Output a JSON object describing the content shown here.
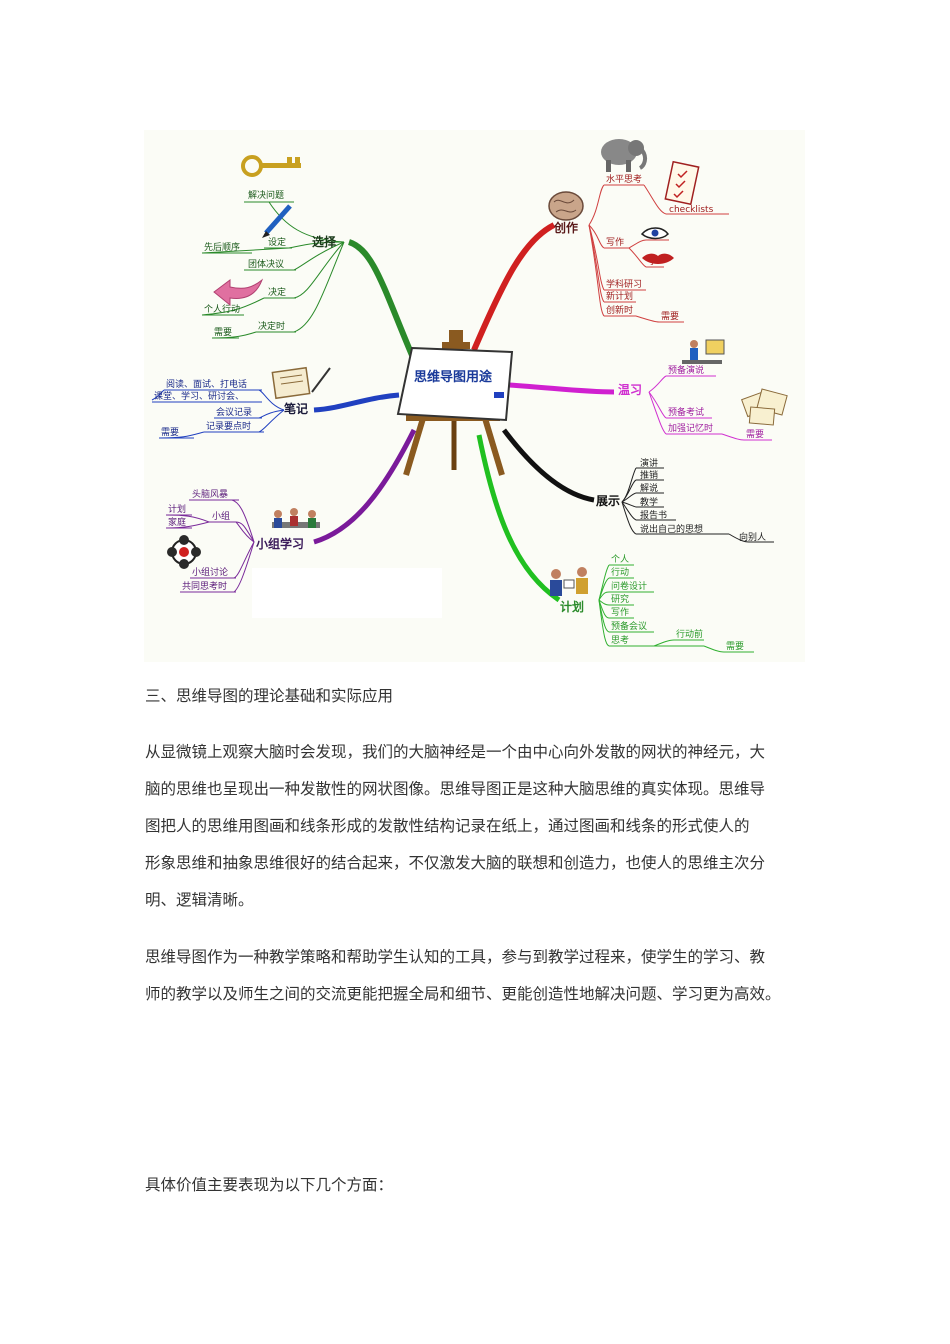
{
  "mindmap": {
    "center": "思维导图用途",
    "branches": {
      "xuanze": {
        "label": "选择",
        "items": [
          "解决问题",
          "设定",
          "先后顺序",
          "团体决议",
          "决定",
          "个人行动",
          "决定时",
          "需要"
        ]
      },
      "chuangzuo": {
        "label": "创作",
        "items": [
          "水平思考",
          "checklists",
          "写作",
          "图象",
          "字",
          "学科研习",
          "新计划",
          "创新时",
          "需要"
        ]
      },
      "biji": {
        "label": "笔记",
        "items": [
          "阅读、面试、打电话",
          "课堂、学习、研讨会、",
          "会议记录",
          "记录要点时",
          "需要"
        ]
      },
      "wenxi": {
        "label": "温习",
        "items": [
          "预备演说",
          "预备考试",
          "加强记忆时",
          "需要"
        ]
      },
      "zhanshi": {
        "label": "展示",
        "items": [
          "演讲",
          "推销",
          "解说",
          "教学",
          "报告书",
          "说出自己的思想",
          "向别人"
        ]
      },
      "xiaozu": {
        "label": "小组学习",
        "items": [
          "头脑风暴",
          "小组",
          "计划",
          "家庭",
          "小组讨论",
          "共同思考时"
        ]
      },
      "jihua": {
        "label": "计划",
        "items": [
          "个人",
          "行动",
          "问卷设计",
          "研究",
          "写作",
          "预备会议",
          "思考",
          "行动前",
          "需要"
        ]
      }
    }
  },
  "doc": {
    "heading": "三、思维导图的理论基础和实际应用",
    "p1": [
      "从显微镜上观察大脑时会发现，我们的大脑神经是一个由中心向外发散的网状的神经元，大",
      "脑的思维也呈现出一种发散性的网状图像。思维导图正是这种大脑思维的真实体现。思维导",
      "图把人的思维用图画和线条形成的发散性结构记录在纸上，通过图画和线条的形式使人的",
      "形象思维和抽象思维很好的结合起来，不仅激发大脑的联想和创造力，也使人的思维主次分",
      "明、逻辑清晰。"
    ],
    "p2": [
      "思维导图作为一种教学策略和帮助学生认知的工具，参与到教学过程来，使学生的学习、教",
      "师的教学以及师生之间的交流更能把握全局和细节、更能创造性地解决问题、学习更为高效。"
    ],
    "p3": "具体价值主要表现为以下几个方面："
  }
}
